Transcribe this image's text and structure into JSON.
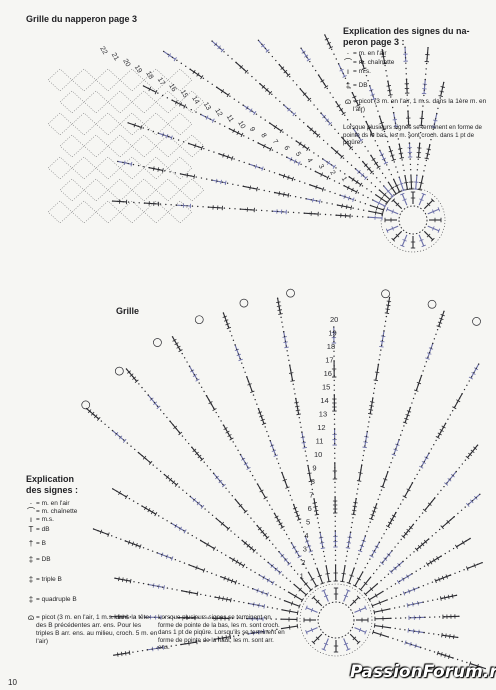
{
  "page_number": "10",
  "watermark": "PassionForum.ru",
  "top_chart": {
    "title": "Grille du napperon page 3",
    "round_numbers": [
      "22",
      "21",
      "20",
      "19",
      "18",
      "17",
      "16",
      "15",
      "14",
      "13",
      "12",
      "11",
      "10",
      "9",
      "8",
      "7",
      "6",
      "5",
      "4",
      "3",
      "2",
      "1"
    ]
  },
  "top_legend": {
    "title_line1": "Explication des signes du na-",
    "title_line2": "peron page 3 :",
    "items": [
      {
        "icon": "dot-icon",
        "symbol": "·",
        "text": "= m. en l'air"
      },
      {
        "icon": "chain-icon",
        "symbol": "⌒",
        "text": "= m. chaînette"
      },
      {
        "icon": "ms-icon",
        "symbol": "ı",
        "text": "= m.s."
      },
      {
        "icon": "db-icon",
        "symbol": "‡",
        "text": "= DB"
      },
      {
        "icon": "picot-icon",
        "symbol": "ɷ",
        "text": "= picot (3 m. en l'air, 1 m.s. dans la 1ère m. en l'air)"
      }
    ],
    "note": "Lorsque plusieurs signes se terminent en forme de pointe ds le bas, les m. sont croch. dans 1 pt de piqûre."
  },
  "bottom_chart": {
    "title": "Grille",
    "round_numbers": [
      "20",
      "19",
      "18",
      "17",
      "16",
      "15",
      "14",
      "13",
      "12",
      "11",
      "10",
      "9",
      "8",
      "7",
      "6",
      "5",
      "4",
      "3",
      "2",
      "1"
    ]
  },
  "bottom_legend": {
    "title_line1": "Explication",
    "title_line2": "des signes :",
    "items": [
      {
        "icon": "dot-icon",
        "symbol": "·",
        "text": "= m. en l'air"
      },
      {
        "icon": "chain-icon",
        "symbol": "⌒",
        "text": "= m. chaînette"
      },
      {
        "icon": "ms-icon",
        "symbol": "ı",
        "text": "= m.s."
      },
      {
        "icon": "db-icon",
        "symbol": "T",
        "text": "= dB"
      },
      {
        "icon": "b-icon",
        "symbol": "†",
        "text": "= B"
      },
      {
        "icon": "db-icon",
        "symbol": "‡",
        "text": "= DB"
      },
      {
        "icon": "triple-b-icon",
        "symbol": "‡",
        "text": "= triple B"
      },
      {
        "icon": "quadruple-b-icon",
        "symbol": "‡",
        "text": "= quadruple B"
      },
      {
        "icon": "picot-icon",
        "symbol": "ɷ",
        "text": "= picot (3 m. en l'air, 1 m.s. dans la tête des B précédentes arr. ens. Pour les triples B arr. ens. au milieu, croch. 5 m. en l'air)"
      }
    ],
    "note": "Lorsque plusieurs signes se terminent en forme de pointe de la bas, les m. sont croch. dans 1 pt de piqûre. Lorsqu'ils se terminent en forme de pointe de la haut, les m. sont arr. ens."
  },
  "colors": {
    "ink": "#2b2b30",
    "blue": "#6b6fa8",
    "paper": "#f6f6f3"
  }
}
